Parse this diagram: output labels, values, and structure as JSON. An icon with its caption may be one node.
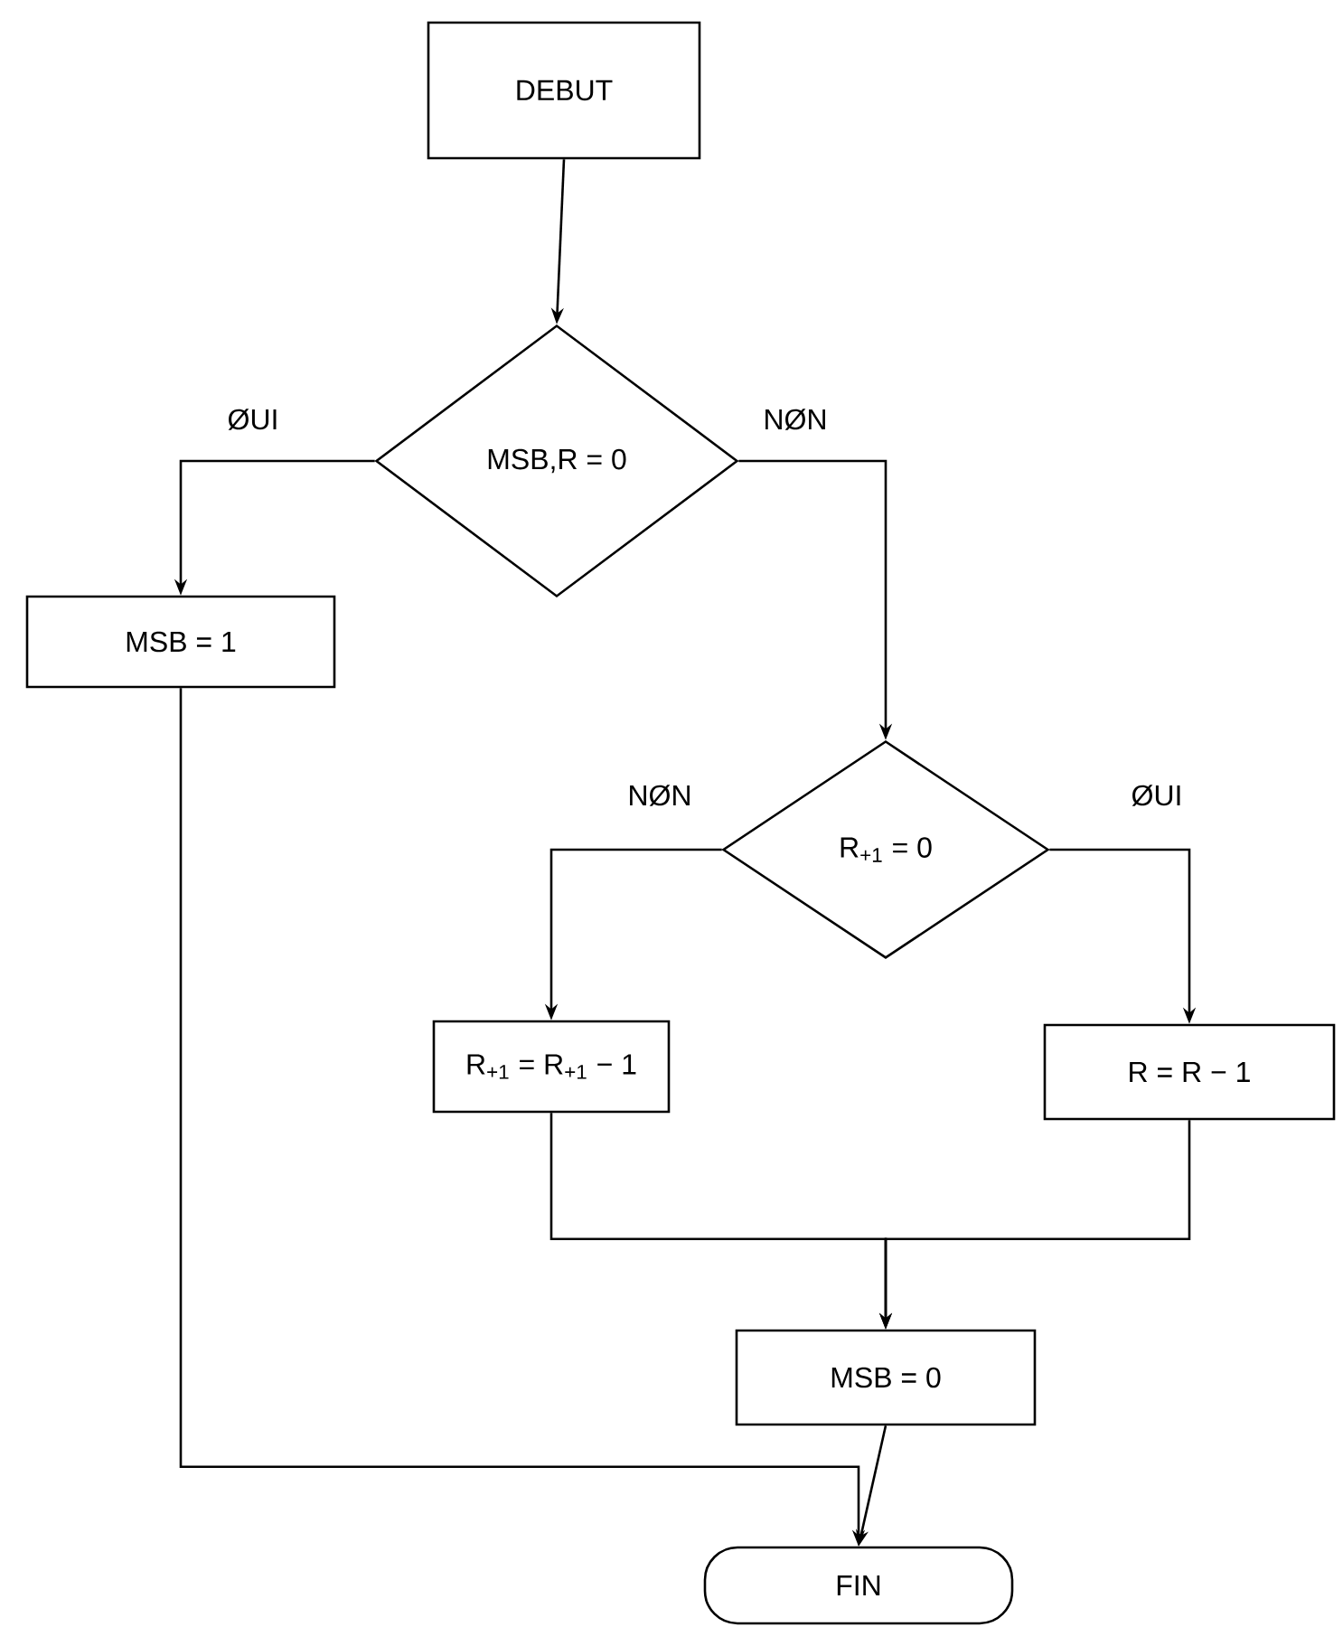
{
  "diagram": {
    "nodes": [
      {
        "text": [
          "DEBUT"
        ]
      },
      {
        "text": [
          "MSB,R = 0"
        ]
      },
      {
        "text": [
          "MSB = 1"
        ]
      },
      {
        "text": [
          "R$_{+1}$ = 0"
        ]
      },
      {
        "text": [
          "R$_{+1}$ = R$_{+1}$ − 1"
        ]
      },
      {
        "text": [
          "R = R − 1"
        ]
      },
      {
        "text": [
          "MSB = 0"
        ]
      },
      {
        "text": [
          "FIN"
        ]
      }
    ],
    "edges": [
      {
        "from": 0,
        "to": 1,
        "arrow": "to"
      },
      {
        "from": 1,
        "to": 2,
        "arrow": "to",
        "label": "ØUI"
      },
      {
        "from": 1,
        "to": 3,
        "arrow": "to",
        "label": "NØN"
      },
      {
        "from": 2,
        "to": 7,
        "arrow": "to"
      },
      {
        "from": 3,
        "to": 4,
        "arrow": "to",
        "label": "NØN"
      },
      {
        "from": 3,
        "to": 5,
        "arrow": "to",
        "label": "ØUI"
      },
      {
        "from": 4,
        "to": 6,
        "arrow": "to"
      },
      {
        "from": 5,
        "to": 6,
        "arrow": "to"
      },
      {
        "from": 6,
        "to": 7,
        "arrow": "to"
      }
    ]
  }
}
